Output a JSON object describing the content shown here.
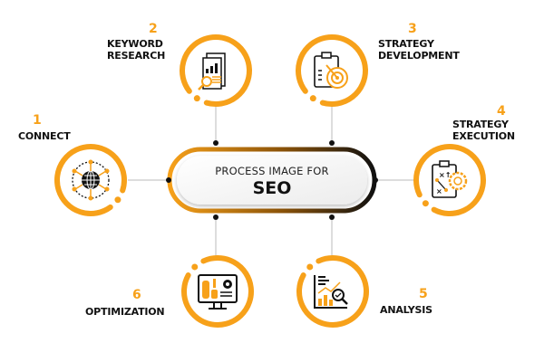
{
  "center": {
    "subtitle": "PROCESS IMAGE FOR",
    "title": "SEO"
  },
  "colors": {
    "accent": "#f7a11a",
    "dark": "#111111",
    "connector": "#bbbbbb"
  },
  "steps": [
    {
      "number": "1",
      "line1": "CONNECT",
      "line2": "",
      "icon": "globe-network-icon"
    },
    {
      "number": "2",
      "line1": "KEYWORD",
      "line2": "RESEARCH",
      "icon": "report-magnifier-icon"
    },
    {
      "number": "3",
      "line1": "STRATEGY",
      "line2": "DEVELOPMENT",
      "icon": "clipboard-target-icon"
    },
    {
      "number": "4",
      "line1": "STRATEGY",
      "line2": "EXECUTION",
      "icon": "clipboard-gear-icon"
    },
    {
      "number": "5",
      "line1": "ANALYSIS",
      "line2": "",
      "icon": "chart-magnifier-icon"
    },
    {
      "number": "6",
      "line1": "OPTIMIZATION",
      "line2": "",
      "icon": "monitor-tools-icon"
    }
  ]
}
